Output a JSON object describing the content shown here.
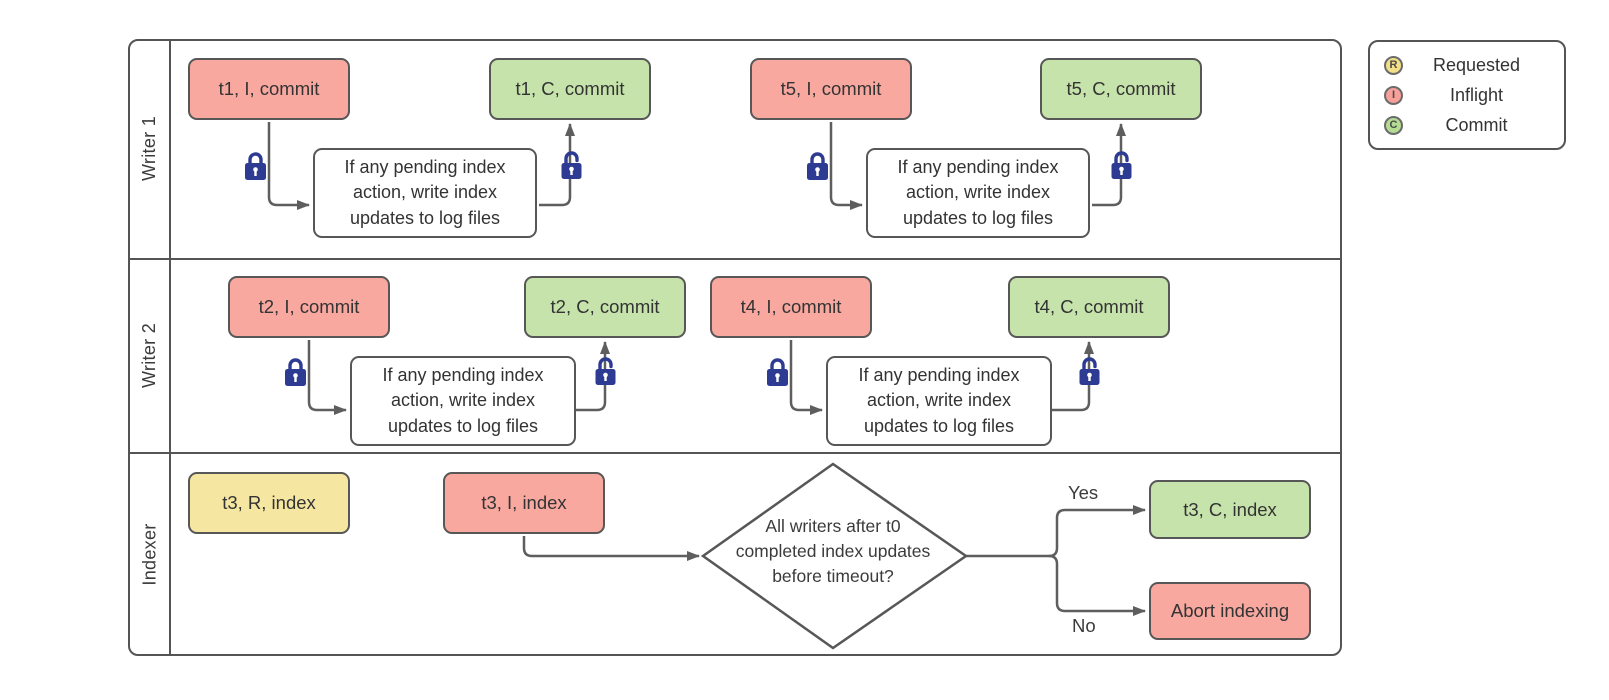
{
  "legend": {
    "items": [
      {
        "letter": "R",
        "label": "Requested",
        "color": "#f2df87"
      },
      {
        "letter": "I",
        "label": "Inflight",
        "color": "#f7a09a"
      },
      {
        "letter": "C",
        "label": "Commit",
        "color": "#b4dc92"
      }
    ]
  },
  "lanes": [
    {
      "label": "Writer 1",
      "groups": [
        {
          "start": "t1, I, commit",
          "process": "If any pending index action, write index updates to log files",
          "end": "t1, C, commit"
        },
        {
          "start": "t5, I, commit",
          "process": "If any pending index action, write index updates to log files",
          "end": "t5, C, commit"
        }
      ]
    },
    {
      "label": "Writer 2",
      "groups": [
        {
          "start": "t2, I, commit",
          "process": "If any pending index action, write index updates to log files",
          "end": "t2, C, commit"
        },
        {
          "start": "t4, I, commit",
          "process": "If any pending index action, write index updates to log files",
          "end": "t4, C, commit"
        }
      ]
    },
    {
      "label": "Indexer",
      "requested": "t3, R, index",
      "inflight": "t3, I, index",
      "decision": "All writers after t0 completed index updates before timeout?",
      "yes_label": "Yes",
      "no_label": "No",
      "commit": "t3, C, index",
      "abort": "Abort indexing"
    }
  ],
  "colors": {
    "inflight_fill": "#f9a8a0",
    "commit_fill": "#c6e3ab",
    "requested_fill": "#f5e7a2",
    "process_fill": "#ffffff",
    "shape_border": "#575757",
    "connector": "#5e5e5e",
    "lock": "#2e3b93"
  },
  "icons": {
    "closed_lock": "lock-closed-icon",
    "open_lock": "lock-open-icon"
  }
}
